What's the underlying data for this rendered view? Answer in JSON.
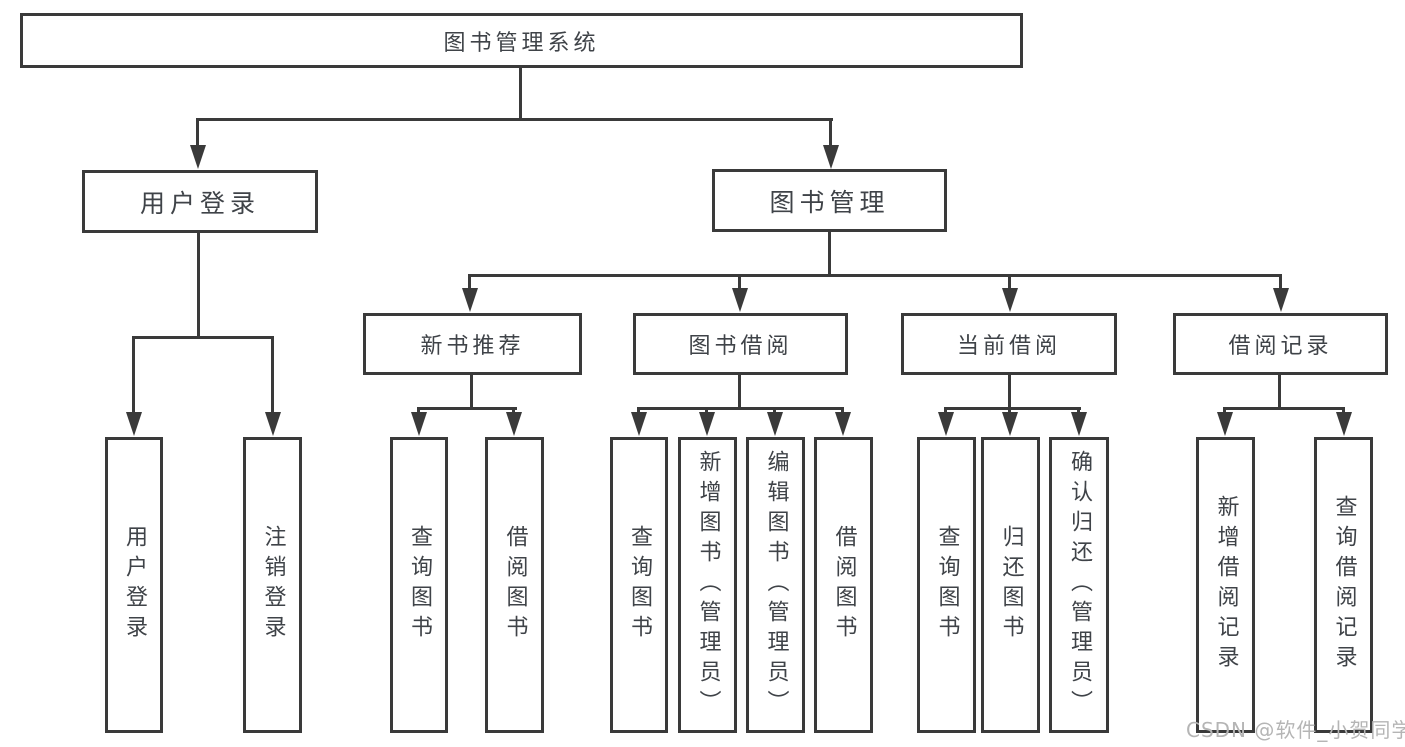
{
  "diagram": {
    "root": {
      "label": "图书管理系统"
    },
    "level2": [
      {
        "id": "user-login",
        "label": "用户登录"
      },
      {
        "id": "book-management",
        "label": "图书管理"
      }
    ],
    "level3": [
      {
        "id": "new-book-recommend",
        "parent": "图书管理",
        "label": "新书推荐"
      },
      {
        "id": "book-borrow",
        "parent": "图书管理",
        "label": "图书借阅"
      },
      {
        "id": "current-borrow",
        "parent": "图书管理",
        "label": "当前借阅"
      },
      {
        "id": "borrow-records",
        "parent": "图书管理",
        "label": "借阅记录"
      }
    ],
    "leaves": [
      {
        "parent": "用户登录",
        "label": "用户登录"
      },
      {
        "parent": "用户登录",
        "label": "注销登录"
      },
      {
        "parent": "新书推荐",
        "label": "查询图书"
      },
      {
        "parent": "新书推荐",
        "label": "借阅图书"
      },
      {
        "parent": "图书借阅",
        "label": "查询图书"
      },
      {
        "parent": "图书借阅",
        "label": "新增图书（管理员）"
      },
      {
        "parent": "图书借阅",
        "label": "编辑图书（管理员）"
      },
      {
        "parent": "图书借阅",
        "label": "借阅图书"
      },
      {
        "parent": "当前借阅",
        "label": "查询图书"
      },
      {
        "parent": "当前借阅",
        "label": "归还图书"
      },
      {
        "parent": "当前借阅",
        "label": "确认归还（管理员）"
      },
      {
        "parent": "借阅记录",
        "label": "新增借阅记录"
      },
      {
        "parent": "借阅记录",
        "label": "查询借阅记录"
      }
    ],
    "watermark": "CSDN @软件_小贺同学",
    "colors": {
      "line": "#3a3a3a",
      "text": "#3f4348",
      "background": "#ffffff",
      "watermark": "#b5b5b5"
    }
  }
}
